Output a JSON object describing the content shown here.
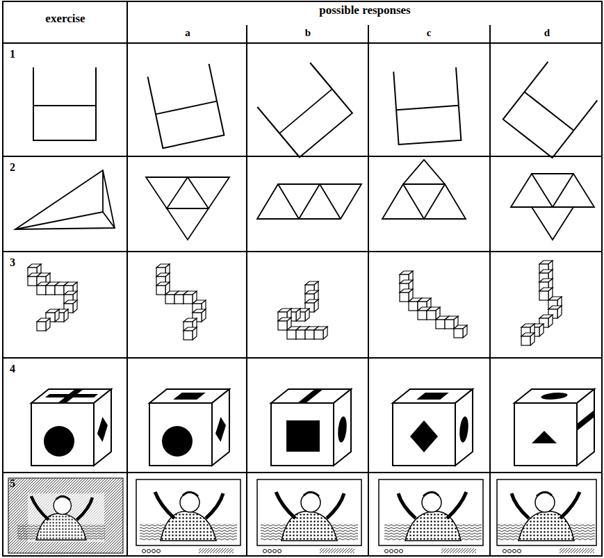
{
  "diagram": {
    "labels": [
      "exercise",
      "possible responses",
      "a",
      "b",
      "c",
      "d",
      "1",
      "2",
      "3",
      "4",
      "5"
    ]
  }
}
